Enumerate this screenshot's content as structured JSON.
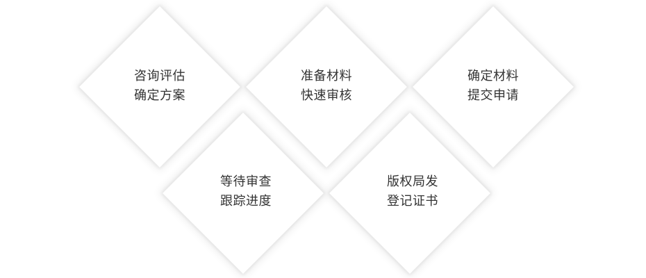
{
  "steps": [
    {
      "line1": "咨询评估",
      "line2": "确定方案"
    },
    {
      "line1": "准备材料",
      "line2": "快速审核"
    },
    {
      "line1": "确定材料",
      "line2": "提交申请"
    },
    {
      "line1": "等待审查",
      "line2": "跟踪进度"
    },
    {
      "line1": "版权局发",
      "line2": "登记证书"
    }
  ]
}
